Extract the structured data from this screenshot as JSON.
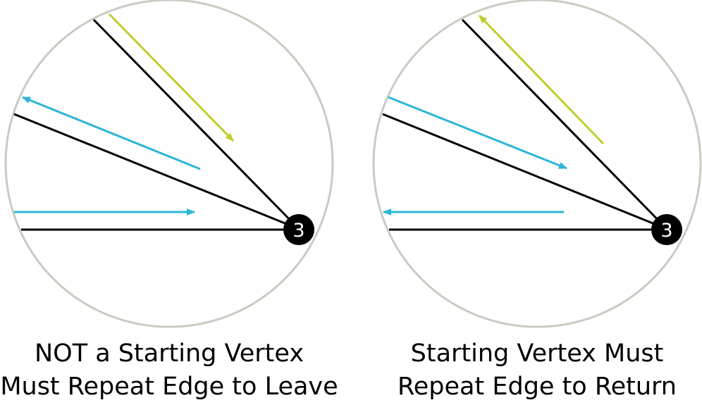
{
  "colors": {
    "circle_stroke": "#c8ccc0",
    "edge": "#000000",
    "arrow_blue": "#2bb6d6",
    "arrow_yellow": "#c2cc2a",
    "vertex_fill": "#000000",
    "vertex_text": "#ffffff"
  },
  "panels": [
    {
      "id": "left",
      "vertex_label": "3",
      "caption_line1": "NOT a Starting Vertex",
      "caption_line2": "Must Repeat Edge to Leave"
    },
    {
      "id": "right",
      "vertex_label": "3",
      "caption_line1": "Starting Vertex Must",
      "caption_line2": "Repeat Edge to Return"
    }
  ]
}
